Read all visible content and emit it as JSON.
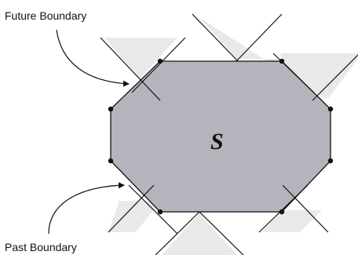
{
  "labels": {
    "future_boundary": "Future Boundary",
    "past_boundary": "Past Boundary",
    "region": "S"
  },
  "colors": {
    "region_fill": "#b4b4bc",
    "cone_fill": "#e9e9e9",
    "stroke": "#111111"
  }
}
